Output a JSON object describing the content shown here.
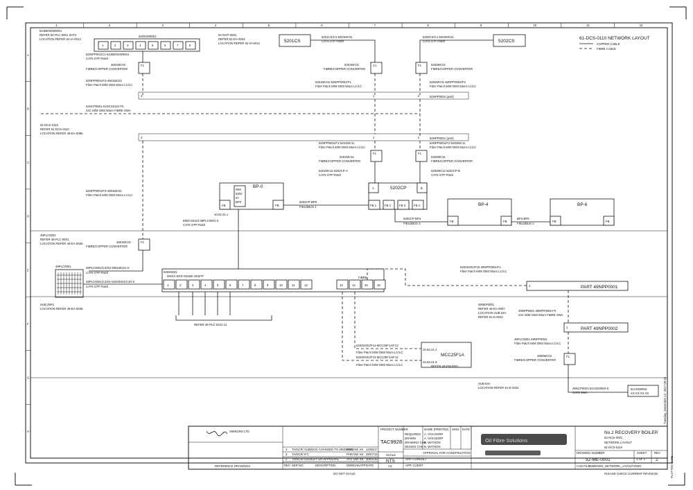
{
  "drawing_title": "61-DCS-0110 NETWORK LAYOUT",
  "legend": {
    "copper": "COPPER CABLE",
    "fibre": "FIBRE CABLE"
  },
  "zones": {
    "cols": [
      "1",
      "2",
      "3",
      "4",
      "5",
      "6",
      "7",
      "8",
      "9",
      "10",
      "11",
      "12"
    ],
    "rows": [
      "A",
      "B",
      "C",
      "D",
      "E",
      "F",
      "G",
      "H"
    ]
  },
  "nodes": {
    "sw_block": {
      "t1": "52JBENSW0001",
      "t2": "REFER 52-PLC-0001 SHT2",
      "t3": "LOCATION REFER 52-IA-0012",
      "label": "52INSW0001",
      "ports": [
        "1",
        "2",
        "3",
        "4",
        "5",
        "6",
        "7",
        "8"
      ]
    },
    "ncp": {
      "t1": "52-NCP-0001",
      "t2": "REFER 52-EA-0042",
      "t3": "LOCATION REFER 52-IA-0012"
    },
    "dev_5201cs": "5201CS",
    "dev_5202cs": "5202CS",
    "conv_left": {
      "label": "4901MC02",
      "desc": "FIBRE/COPPER CONVERTER",
      "port": "F1"
    },
    "conv_mid": {
      "label": "5201MC01",
      "desc": "FIBRE/COPPER CONVERTER",
      "port": "C1"
    },
    "conv_right": {
      "label": "5202MC01",
      "desc": "FIBRE/COPPER CONVERTER",
      "port": "F1"
    },
    "dcs": {
      "t1": "61-DCS-0110",
      "t2": "REFER 61-DCS-0110",
      "t3": "LOCATION REFER 49-EA-0095"
    },
    "conv_mid2": {
      "label": "5201MC11",
      "desc": "FIBRE/COPPER CONVERTER",
      "port": "F1"
    },
    "conv_right2": {
      "label": "5202MC11",
      "desc": "FIBRE/COPPER CONVERTER",
      "port": "F1"
    },
    "bp0": {
      "label": "BP-0",
      "inner": [
        "RIM",
        "5202",
        "IO",
        "BP0"
      ],
      "fb_l": "FB",
      "fb_r": "FB",
      "addr": "10.52.21.1"
    },
    "cp": {
      "label": "5202CP",
      "a": "A",
      "b": "B",
      "fb": [
        "FB 1",
        "FB 2",
        "FB 3",
        "FB 4"
      ]
    },
    "bp4": {
      "label": "BP-4",
      "fb_l": "FB",
      "fb_r": "FB"
    },
    "bp6": {
      "label": "BP-6",
      "fb_l": "FB",
      "fb_r": "FB"
    },
    "plc": {
      "t1": "49PLC0001",
      "t2": "REFER 49-PLC-0001",
      "t3": "LOCATION REFER 49-EA-0035"
    },
    "conv_plc": {
      "label": "4901MC01",
      "desc": "FIBRE/COPPER CONVERTER",
      "port": "F1"
    },
    "rack": {
      "label": "49PLC0001"
    },
    "moxa": {
      "label": "52025S01",
      "sub": "MOXA EDS-G516E-4GSFP",
      "ports": [
        "1",
        "2",
        "3",
        "4",
        "5",
        "6",
        "7",
        "8",
        "9",
        "10",
        "11",
        "12"
      ],
      "fibre_label": "FIBRE",
      "fports": [
        "13",
        "14",
        "15",
        "16"
      ]
    },
    "sub25": {
      "t1": "SUB 25P1",
      "t2": "LOCATION REFER 49-EA-0035"
    },
    "refer_bracket": "REFER 49-PLC-0101-11",
    "part1": {
      "label": "PART 49NPP0001",
      "port": "1"
    },
    "nep": {
      "t1": "49NEP0001",
      "t2": "REFER 49-EA-0007",
      "t3": "LOCATION SUB 54A",
      "t4": "REFER 61-E-0042"
    },
    "part2": {
      "label": "PART 49NPP0002",
      "port": "1"
    },
    "conv_bottom": {
      "label": "4900MC02",
      "desc": "FIBRE/COPPER CONVERTER",
      "port": "F1"
    },
    "mcc": {
      "label": "MCC25F1A",
      "ip1": "10.52.21.4",
      "ip2": "10.52.21.3",
      "refer": "REFER 49-EM-0001"
    },
    "sub54": {
      "t1": "SUB 54A",
      "t2": "LOCATION REFER 61-E-0042"
    },
    "last_dev": {
      "t1": "61VSD0053",
      "t2": "XX.XX.XX.XX"
    }
  },
  "cables": {
    "c_sw": {
      "id": "52INPP001/C1-52JBENSW0001",
      "desc": "CAT6 STP Patch"
    },
    "c_5201cs": {
      "id": "5201CS/C1-5201MC01",
      "desc": "CAT6 STP Patch"
    },
    "c_5202cs": {
      "id": "5202CS/C1-5202MC01",
      "desc": "CAT6 STP Patch"
    },
    "f_left": {
      "id": "52NPP0001/F3-4901MC02",
      "desc": "Fibre Patch M/M OM3 50um LC/LC"
    },
    "f_mid": {
      "id": "5201MC01-52NPP0001/F1",
      "desc": "Fibre Patch M/M OM3 50um LC/LC"
    },
    "f_right": {
      "id": "5202MC01-52NPP0002/F2",
      "desc": "Fibre Patch M/M OM3 50um LC/LC"
    },
    "npp_a": "52NPP0002 (part)",
    "trunk": {
      "id": "52NCP0001-61DCS0110-F0",
      "desc": "24C M/M OM3 50um FIBRE SWA"
    },
    "npp_b": "52NPP0001 (part)",
    "f_mid2": {
      "id": "52NPP0001/F1-5201MC11",
      "desc": "Fibre Patch M/M OM3 50um LC/LC"
    },
    "f_right2": {
      "id": "52NPP0001/F2-5202MC11",
      "desc": "Fibre Patch M/M OM3 50um LC/LC"
    },
    "c_mid2": {
      "id": "5201MC11-5202CP-A",
      "desc": "CAT6 STP Patch"
    },
    "c_right2": {
      "id": "5202MC11-5202CP-B",
      "desc": "CAT6 STP Patch"
    },
    "f_dcs": {
      "id": "52NPP0001/F3-4901MC01",
      "desc": "Fibre Patch M/M OM3 50um LC/LC"
    },
    "fb1": {
      "id": "5202CP-BP0",
      "desc": "FIELDBUS 1"
    },
    "fb2": {
      "id": "5202CP-BP4",
      "desc": "FIELDBUS 2"
    },
    "fb3": {
      "id": "BP4-BP6",
      "desc": "FIELDBUS 2"
    },
    "c_bp0": {
      "id": "69DCS0110-49PLC0001-S",
      "desc": "CAT6 STP Patch"
    },
    "c_rack1": {
      "id": "49PLC0001/C4/S2-4901MC01-S",
      "desc": "CAT6 STP Patch"
    },
    "c_rack2": {
      "id": "49PLC0001/C3/S1-52025S01/C20-S",
      "desc": "CAT6 STP Patch"
    },
    "f_part1": {
      "id": "52025S01/F15-49NPP0001/F1",
      "desc": "Fibre Patch M/M OM3 50um LC/LC"
    },
    "trunk2": {
      "id": "49NPP0001-49NPP0002-F0",
      "desc": "24C M/M OM3 50um FIBRE SWA"
    },
    "f_conv_b": {
      "id": "49PLC0001-49NPP0002",
      "desc": "Fibre Patch M/M OM3 50um LC/LC"
    },
    "f_mcc1": {
      "id": "52025S01/F14-MCC25F1A/F13",
      "desc": "Fibre Patch M/M OM3 50um LC/LC"
    },
    "f_mcc2": {
      "id": "52025S01/F13-MCC25F1A/F14",
      "desc": "Fibre Patch M/M OM3 50um LC/LC"
    },
    "c_last": {
      "id": "49NCP0001-61VSD0053-S",
      "desc": "CAT6 SWA"
    }
  },
  "title_block": {
    "ref_header": "REFERENCE DRAWINGS",
    "rev_rows": [
      {
        "rev": "4",
        "text": "TA/NCR/ SUB/DCN CHANGED TO 49SDB011",
        "by": "PHR",
        "chk": "DW",
        "app": "KK",
        "date": "12/06/17"
      },
      {
        "rev": "3",
        "text": "TA/NCR/ IFC",
        "by": "PHR",
        "chk": "DW",
        "app": "KK",
        "date": "28/07/15"
      },
      {
        "rev": "2",
        "text": "TA/NCR/ ISSUED FOR APPROVAL",
        "by": "AYS",
        "chk": "DW",
        "app": "KK",
        "date": "30/01/15"
      }
    ],
    "rev_cols": [
      "REV",
      "SER NO.",
      "DESCRIPTION",
      "DWN",
      "CHK",
      "APP",
      "DATE"
    ],
    "project_number_label": "PROJECT NUMBER",
    "project_number": "TAC9928",
    "scale_label": "SCALE",
    "scale": "NTS",
    "size": "A3",
    "do_not_scale": "DO NOT SCALE",
    "approval_rows": [
      {
        "role": "REQUIRED",
        "name": "A. VAN DORP"
      },
      {
        "role": "DRAWN",
        "name": "A. VAN DORP"
      },
      {
        "role": "DRAWING CHK",
        "name": "B. WATSON"
      },
      {
        "role": "DESIGN CHK",
        "name": "B. WATSON"
      }
    ],
    "approval_cols": [
      "NAME (PRINTED)",
      "SIGN",
      "DATE"
    ],
    "approval_for": "APPROVAL FOR CONSTRUCTION",
    "consult": "APP. CONSULT",
    "client": "APP. CLIENT",
    "company": "Oil Fibre Solutions",
    "title_lines": [
      "No.2 RECOVERY BOILER",
      "52-NCS-0001",
      "NETWORK LAYOUT",
      "61-DCS-0110"
    ],
    "drawing_number_label": "DRAWING NUMBER",
    "sheet_label": "SHEET",
    "rev_label": "REV",
    "drawing_number": "52-ME-0001",
    "sheet": "1 OF 1",
    "rev": "2",
    "cad_file_label": "CAD FILE:",
    "cad_file": "52ME0001_NETWORK_LAYOUT.DWG",
    "footer": "PLEASE CHECK CURRENT REVISION",
    "side_text": "Tuesday, December 12, 2017 09:33",
    "plotted": "PLOTTED DATE"
  }
}
